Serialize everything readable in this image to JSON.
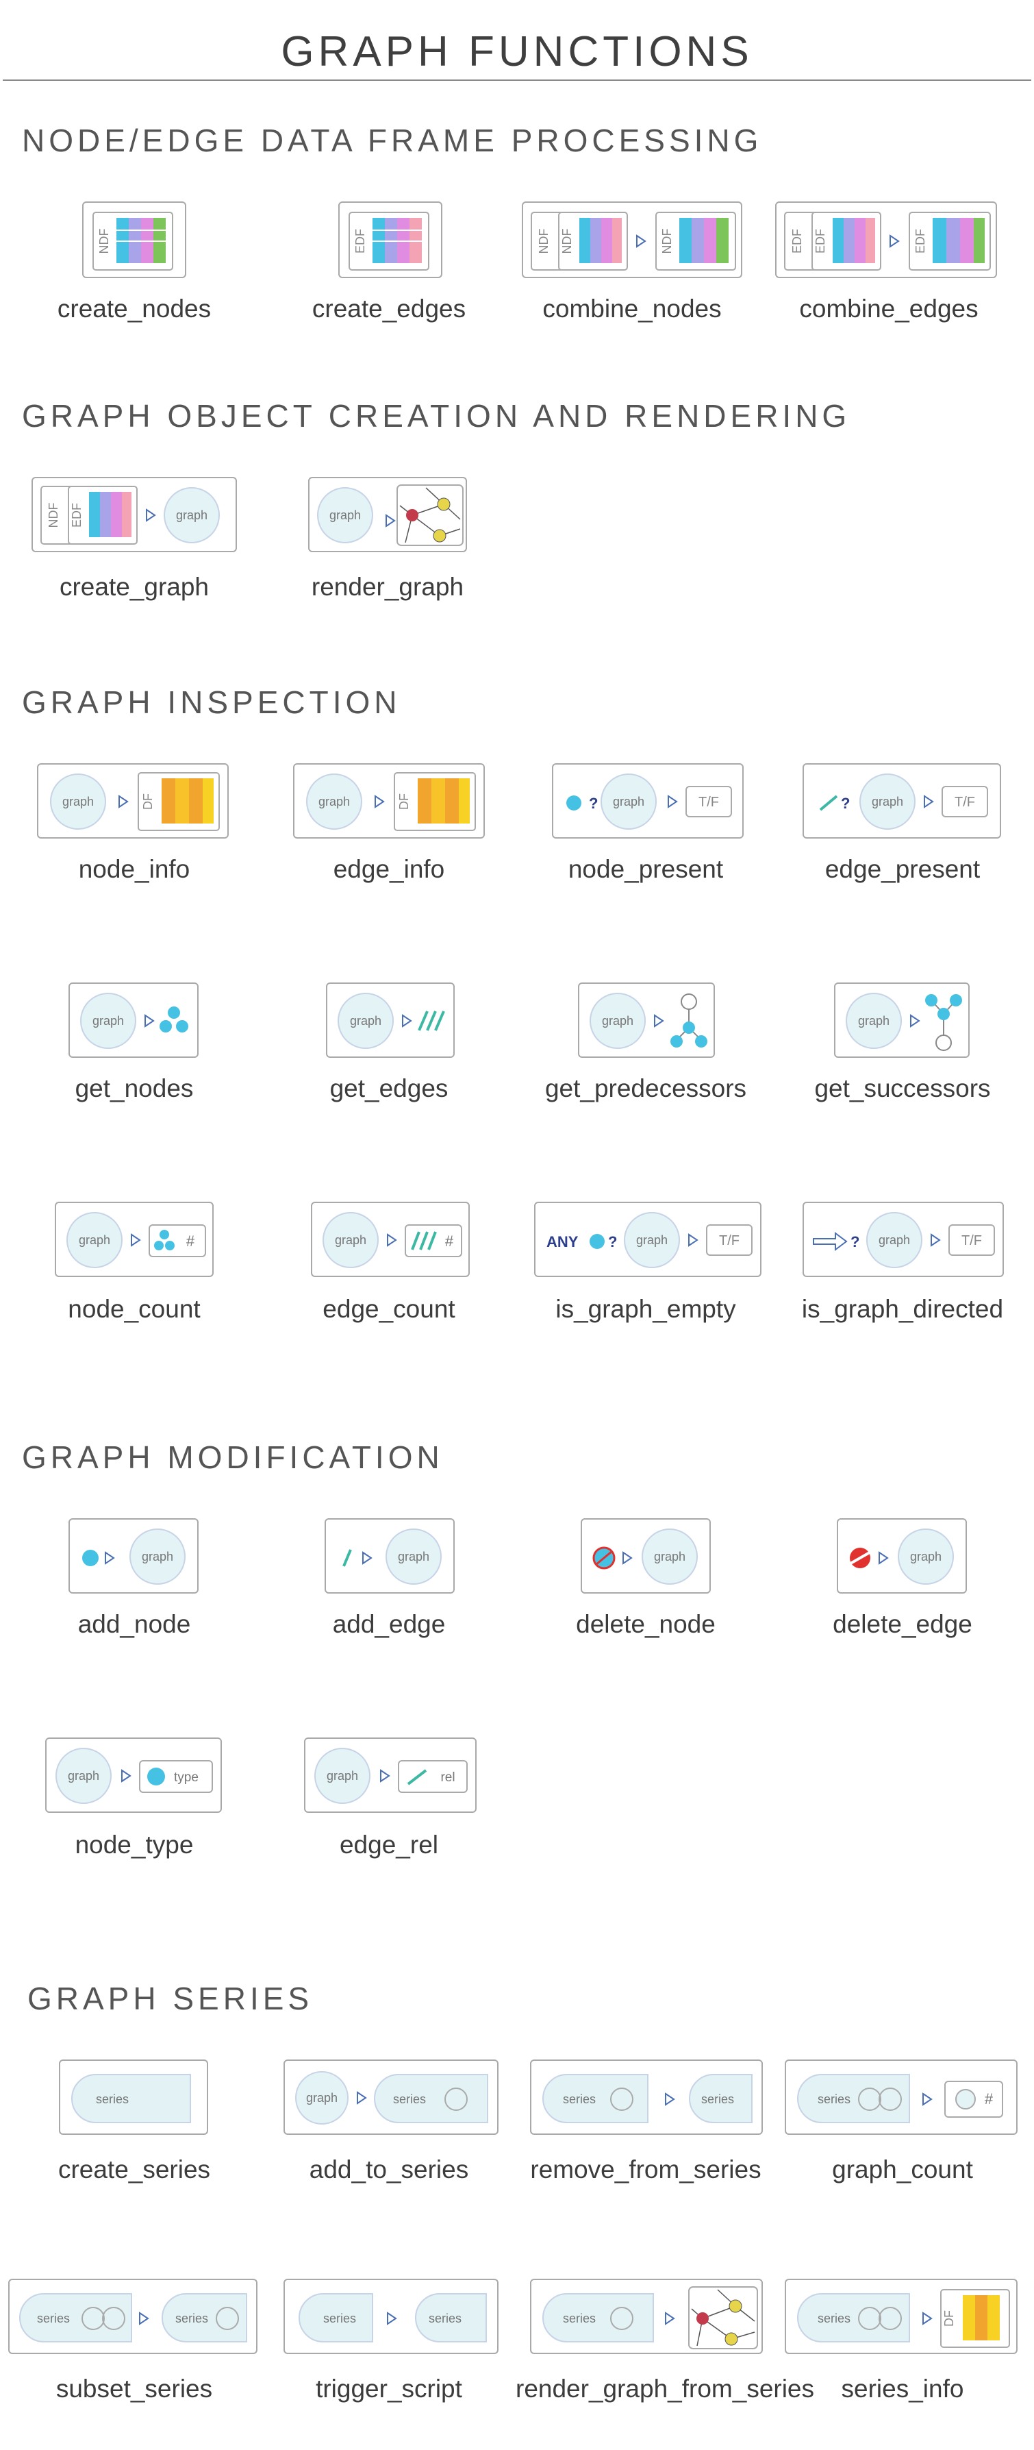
{
  "title": "GRAPH FUNCTIONS",
  "sections": [
    {
      "heading": "NODE/EDGE DATA FRAME PROCESSING",
      "functions": [
        {
          "label": "create_nodes",
          "icon": "ndf-table-icon"
        },
        {
          "label": "create_edges",
          "icon": "edf-table-icon"
        },
        {
          "label": "combine_nodes",
          "icon": "combine-ndf-icon"
        },
        {
          "label": "combine_edges",
          "icon": "combine-edf-icon"
        }
      ]
    },
    {
      "heading": "GRAPH OBJECT CREATION AND RENDERING",
      "functions": [
        {
          "label": "create_graph",
          "icon": "df-to-graph-icon"
        },
        {
          "label": "render_graph",
          "icon": "graph-render-icon"
        }
      ]
    },
    {
      "heading": "GRAPH INSPECTION",
      "functions": [
        {
          "label": "node_info",
          "icon": "graph-to-df-icon"
        },
        {
          "label": "edge_info",
          "icon": "graph-to-df-icon"
        },
        {
          "label": "node_present",
          "icon": "node-question-icon"
        },
        {
          "label": "edge_present",
          "icon": "edge-question-icon"
        },
        {
          "label": "get_nodes",
          "icon": "graph-nodes-icon"
        },
        {
          "label": "get_edges",
          "icon": "graph-edges-icon"
        },
        {
          "label": "get_predecessors",
          "icon": "predecessors-icon"
        },
        {
          "label": "get_successors",
          "icon": "successors-icon"
        },
        {
          "label": "node_count",
          "icon": "node-count-icon"
        },
        {
          "label": "edge_count",
          "icon": "edge-count-icon"
        },
        {
          "label": "is_graph_empty",
          "icon": "any-question-icon"
        },
        {
          "label": "is_graph_directed",
          "icon": "arrow-question-icon"
        }
      ]
    },
    {
      "heading": "GRAPH MODIFICATION",
      "functions": [
        {
          "label": "add_node",
          "icon": "add-node-icon"
        },
        {
          "label": "add_edge",
          "icon": "add-edge-icon"
        },
        {
          "label": "delete_node",
          "icon": "delete-node-icon"
        },
        {
          "label": "delete_edge",
          "icon": "delete-edge-icon"
        },
        {
          "label": "node_type",
          "icon": "node-type-icon"
        },
        {
          "label": "edge_rel",
          "icon": "edge-rel-icon"
        }
      ]
    },
    {
      "heading": "GRAPH SERIES",
      "functions": [
        {
          "label": "create_series",
          "icon": "series-icon"
        },
        {
          "label": "add_to_series",
          "icon": "add-to-series-icon"
        },
        {
          "label": "remove_from_series",
          "icon": "remove-from-series-icon"
        },
        {
          "label": "graph_count",
          "icon": "graph-count-icon"
        },
        {
          "label": "subset_series",
          "icon": "subset-series-icon"
        },
        {
          "label": "trigger_script",
          "icon": "trigger-script-icon"
        },
        {
          "label": "render_graph_from_series",
          "icon": "render-series-icon"
        },
        {
          "label": "series_info",
          "icon": "series-info-icon"
        }
      ]
    }
  ],
  "icon_text": {
    "graph": "graph",
    "series": "series",
    "ndf": "NDF",
    "edf": "EDF",
    "df": "DF",
    "tf": "T/F",
    "question": "?",
    "any": "ANY",
    "hash": "#",
    "type": "type",
    "rel": "rel"
  },
  "colors": {
    "cyan": "#45c2e3",
    "magenta": "#e08ce0",
    "violet": "#a9a3ea",
    "pink": "#f4a3b4",
    "green": "#7dc45a",
    "orange": "#f1a42e",
    "yellow": "#f7d225",
    "red": "#e0312f",
    "node_red": "#c33a4a",
    "node_yellow": "#e6d44a",
    "arrow_blue": "#4a6fb5",
    "navy": "#2c3e8c"
  }
}
